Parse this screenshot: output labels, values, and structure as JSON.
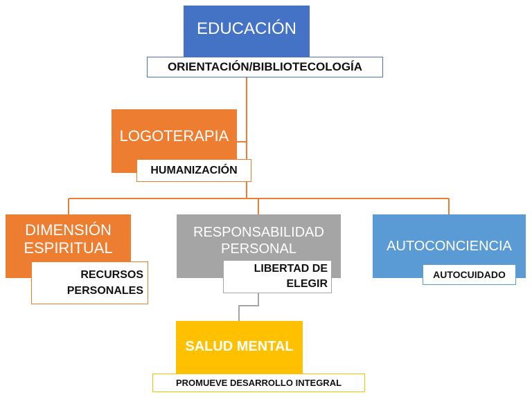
{
  "nodes": {
    "educacion": {
      "title": "EDUCACIÓN",
      "tag": "ORIENTACIÓN/BIBLIOTECOLOGÍA"
    },
    "logoterapia": {
      "title": "LOGOTERAPIA",
      "tag": "HUMANIZACIÓN"
    },
    "dimension": {
      "title": "DIMENSIÓN\nESPIRITUAL",
      "tag": "RECURSOS\nPERSONALES"
    },
    "responsabilidad": {
      "title": "RESPONSABILIDAD\nPERSONAL",
      "tag": "LIBERTAD DE\nELEGIR"
    },
    "autoconciencia": {
      "title": "AUTOCONCIENCIA",
      "tag": "AUTOCUIDADO"
    },
    "salud": {
      "title": "SALUD MENTAL",
      "tag": "PROMUEVE DESARROLLO INTEGRAL"
    }
  },
  "colors": {
    "blue": "#4472C4",
    "orange": "#ED7D31",
    "gray": "#A5A5A5",
    "light_blue": "#5B9BD5",
    "gold": "#FFC000",
    "connector_orange": "#ED7D31",
    "connector_gray": "#A5A5A5"
  }
}
